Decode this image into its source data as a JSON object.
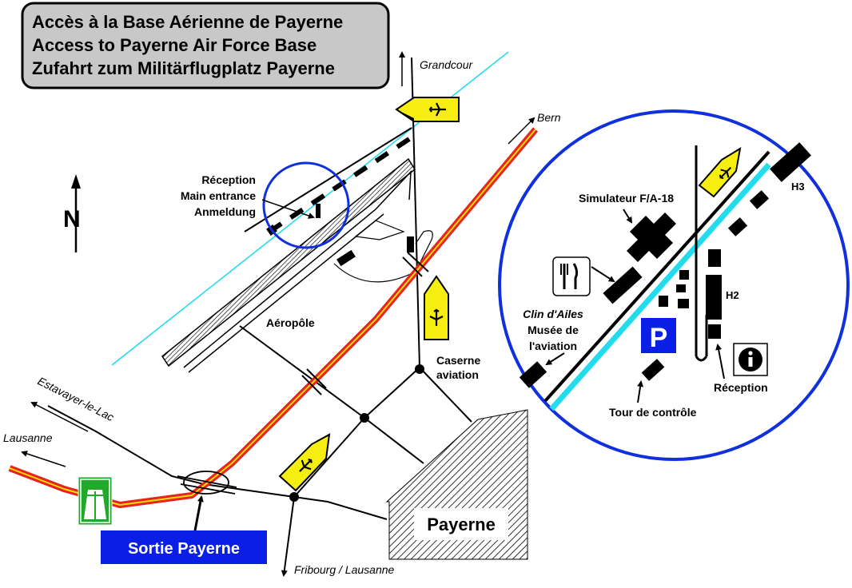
{
  "title": {
    "line_fr": "Accès à la Base Aérienne de Payerne",
    "line_en": "Access to Payerne Air Force Base",
    "line_de": "Zufahrt zum Militärflugplatz Payerne"
  },
  "north_label": "N",
  "directions": {
    "grandcour": "Grandcour",
    "bern": "Bern",
    "estavayer": "Estavayer-le-Lac",
    "lausanne": "Lausanne",
    "fribourg_lausanne": "Fribourg / Lausanne"
  },
  "reception": {
    "line_fr": "Réception",
    "line_en": "Main entrance",
    "line_de": "Anmeldung"
  },
  "places": {
    "aeropole": "Aéropôle",
    "caserne_line1": "Caserne",
    "caserne_line2": "aviation",
    "town": "Payerne"
  },
  "exit_label": "Sortie Payerne",
  "detail": {
    "simulator": "Simulateur F/A-18",
    "h3": "H3",
    "h2": "H2",
    "museum_line1": "Clin d'Ailes",
    "museum_line2": "Musée de",
    "museum_line3": "l'aviation",
    "tower": "Tour de contrôle",
    "reception": "Réception",
    "parking": "P"
  },
  "icons": [
    "motorway-sign-icon",
    "airplane-icon",
    "restaurant-icon",
    "info-icon",
    "parking-icon",
    "north-arrow-icon"
  ],
  "colors": {
    "motorway": "#e8221c",
    "motorway_center": "#f4e000",
    "runway_line": "#22dcee",
    "detail_circle": "#1030dd",
    "exit_box": "#0a1ee6",
    "motorway_sign": "#22a82a",
    "airplane_sign": "#f6ee10",
    "title_box": "#c8c8c8"
  }
}
